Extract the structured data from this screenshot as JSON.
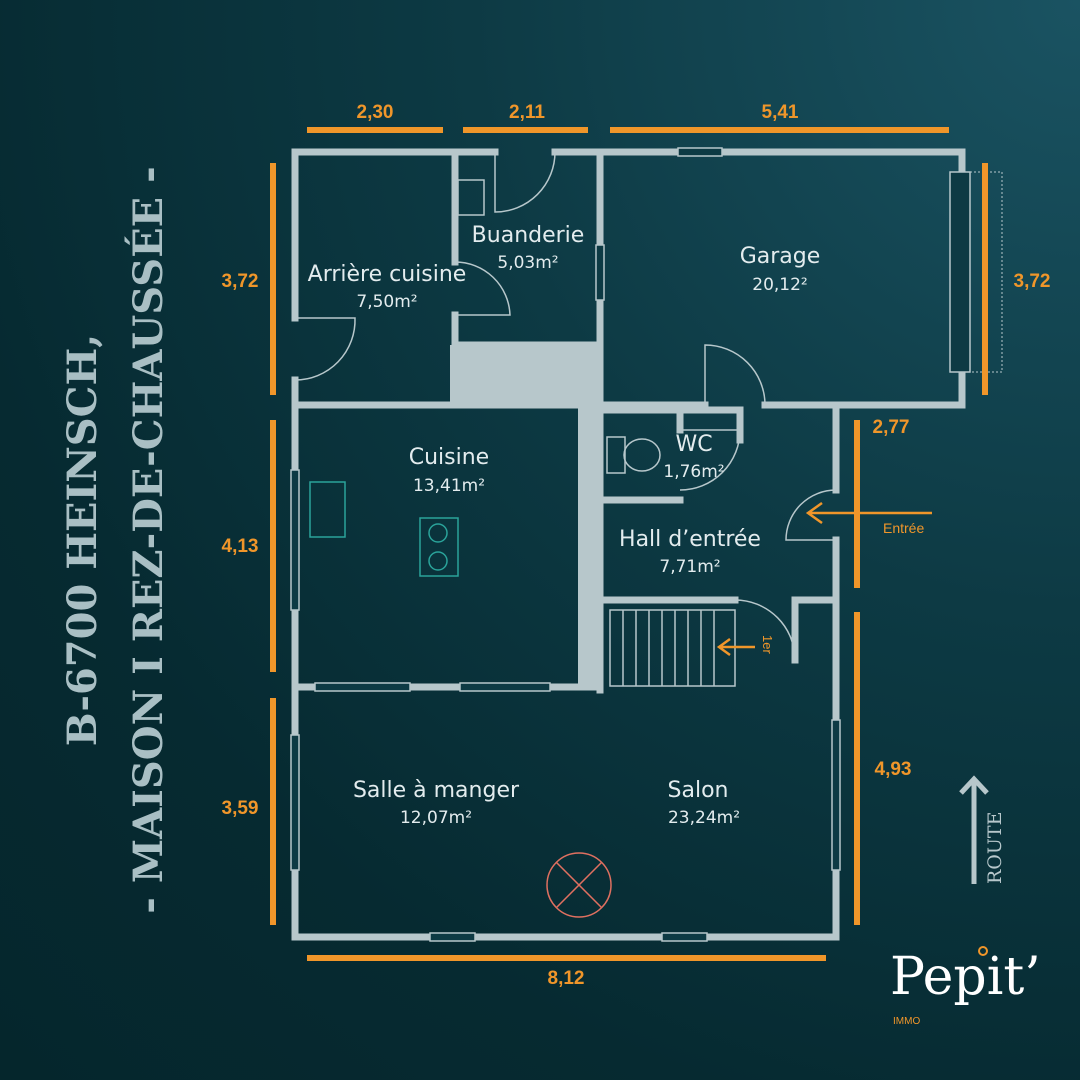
{
  "title": {
    "line1": "B-6700 HEINSCH,",
    "line2": "- MAISON I REZ-DE-CHAUSSÉE -"
  },
  "rooms": [
    {
      "name": "Arrière cuisine",
      "area": "7,50m²"
    },
    {
      "name": "Buanderie",
      "area": "5,03m²"
    },
    {
      "name": "Garage",
      "area": "20,12²"
    },
    {
      "name": "Cuisine",
      "area": "13,41m²"
    },
    {
      "name": "WC",
      "area": "1,76m²"
    },
    {
      "name": "Hall d’entrée",
      "area": "7,71m²"
    },
    {
      "name": "Salle à manger",
      "area": "12,07m²"
    },
    {
      "name": "Salon",
      "area": "23,24m²"
    }
  ],
  "dimensions": {
    "top1": "2,30",
    "top2": "2,11",
    "top3": "5,41",
    "left1": "3,72",
    "left2": "4,13",
    "left3": "3,59",
    "right1": "3,72",
    "right2": "2,77",
    "right3": "4,93",
    "bottom": "8,12"
  },
  "labels": {
    "entry": "Entrée",
    "stairs": "1er",
    "route": "ROUTE"
  },
  "logo": {
    "name": "Pepit’",
    "sub": "IMMO"
  },
  "colors": {
    "accent": "#f0962a",
    "wall": "#b7c7cb",
    "background": "#062a31"
  }
}
